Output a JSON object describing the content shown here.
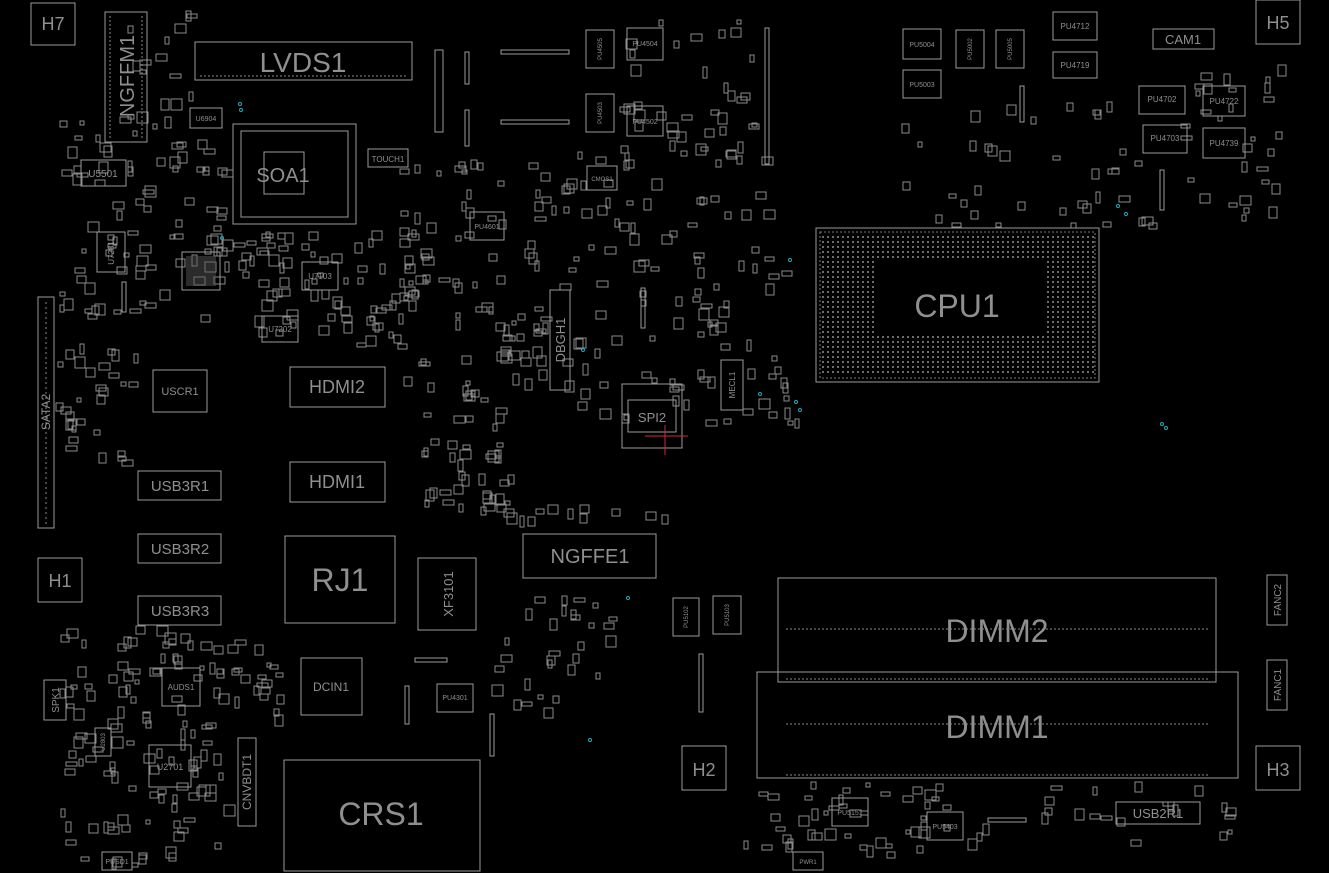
{
  "viewer": {
    "background": "#000000",
    "outline_color": "#9a9a9a",
    "via_color": "#2aa6b8",
    "marker_color": "#cc2b3b"
  },
  "components": {
    "h7": "H7",
    "h5": "H5",
    "h1": "H1",
    "h2": "H2",
    "h3": "H3",
    "ngffm1": "NGFFM1",
    "lvds1": "LVDS1",
    "soa1": "SOA1",
    "touch1": "TOUCH1",
    "u5501": "U5501",
    "u7281": "U7281",
    "u7103": "U7103",
    "u7202": "U7202",
    "u6904": "U6904",
    "sata2": "SATA2",
    "uscr1": "USCR1",
    "hdmi2": "HDMI2",
    "hdmi1": "HDMI1",
    "usb3r1": "USB3R1",
    "usb3r2": "USB3R2",
    "usb3r3": "USB3R3",
    "rj1": "RJ1",
    "xf3101": "XF3101",
    "ngffe1": "NGFFE1",
    "dcin1": "DCIN1",
    "pu4301": "PU4301",
    "crs1": "CRS1",
    "cnvbdt1": "CNVBDT1",
    "spk1": "SPK1",
    "auds1": "AUDS1",
    "u2701": "U2701",
    "pusd1": "PUSD1",
    "u2803": "U2803",
    "dbgh1": "DBGH1",
    "spi2": "SPI2",
    "cmos1": "CMOS1",
    "pu4601": "PU4601",
    "mecl1": "MECL1",
    "pu4504": "PU4504",
    "pu4505": "PU4505",
    "pu4503": "PU4503",
    "pu4502": "PU4502",
    "pu5004": "PU5004",
    "pu5002": "PU5002",
    "pu5005": "PU5005",
    "pu5003": "PU5003",
    "pu4712": "PU4712",
    "pu4719": "PU4719",
    "cam1": "CAM1",
    "pu4702": "PU4702",
    "pu4722": "PU4722",
    "pu4703": "PU4703",
    "pu4739": "PU4739",
    "cpu1": "CPU1",
    "dimm2": "DIMM2",
    "dimm1": "DIMM1",
    "fanc2": "FANC2",
    "fanc1": "FANC1",
    "pu5102": "PU5102",
    "pu5103": "PU5103",
    "pu5151": "PU5151",
    "pu5403": "PU5403",
    "usb2r1": "USB2R1",
    "pwr1": "PWR1"
  }
}
